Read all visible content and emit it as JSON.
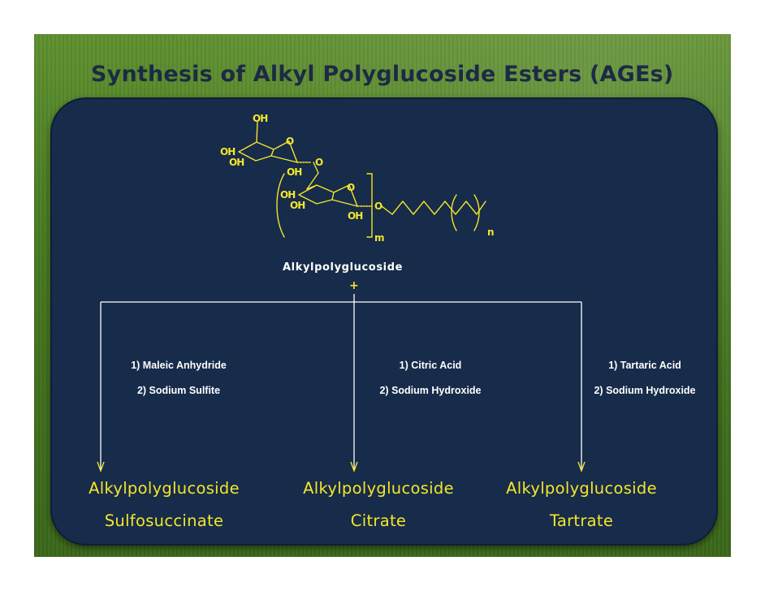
{
  "slide": {
    "title": "Synthesis of Alkyl Polyglucoside Esters (AGEs)"
  },
  "structure": {
    "atoms": {
      "oh_top": "OH",
      "o_ring1": "O",
      "oh_ring1_left": "OH",
      "oh_ring1_lower": "OH",
      "o_glycosidic": "O",
      "oh_ring1_bottom": "OH",
      "o_ring2": "O",
      "oh_ring2_left": "OH",
      "oh_ring2_lower": "OH",
      "o_anomeric": "O",
      "oh_ring2_bottom": "OH"
    },
    "subscript_m": "m",
    "subscript_n": "n",
    "compound_name": "Alkylpolyglucoside",
    "plus": "+"
  },
  "branches": [
    {
      "reagent_1": "1) Maleic Anhydride",
      "reagent_2": "2) Sodium Sulfite",
      "product_line1": "Alkylpolyglucoside",
      "product_line2": "Sulfosuccinate"
    },
    {
      "reagent_1": "1) Citric Acid",
      "reagent_2": "2) Sodium Hydroxide",
      "product_line1": "Alkylpolyglucoside",
      "product_line2": "Citrate"
    },
    {
      "reagent_1": "1) Tartaric Acid",
      "reagent_2": "2) Sodium Hydroxide",
      "product_line1": "Alkylpolyglucoside",
      "product_line2": "Tartrate"
    }
  ],
  "colors": {
    "panel": "#172b4a",
    "structure": "#f4e62b",
    "title": "#1d2a45",
    "arrows": "#ffffff"
  }
}
